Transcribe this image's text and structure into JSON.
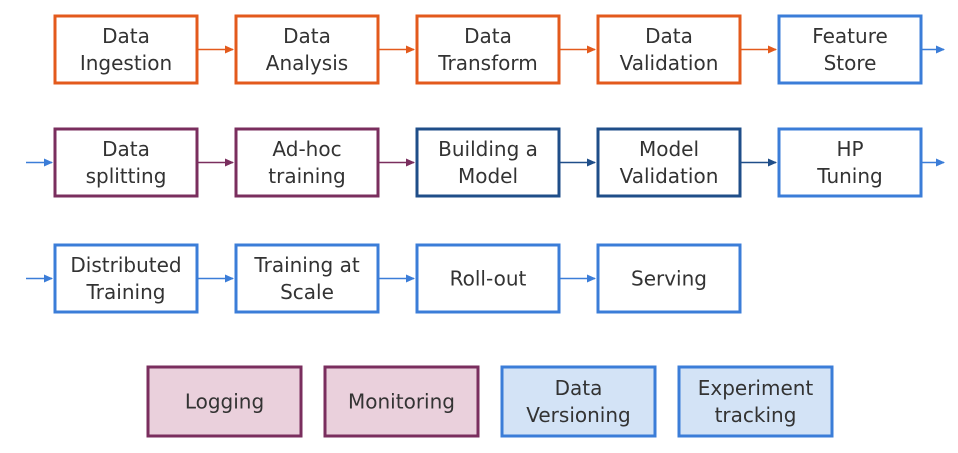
{
  "colors": {
    "orange": "#e35a1c",
    "blue": "#3b7dd8",
    "purple": "#7a2e5e",
    "darkblue": "#1f4e89",
    "pink_fill": "#ead0dc",
    "lightblue_fill": "#d3e3f6",
    "text": "#333333"
  },
  "pipeline": {
    "row1": [
      {
        "id": "data-ingestion",
        "lines": [
          "Data",
          "Ingestion"
        ],
        "color": "orange"
      },
      {
        "id": "data-analysis",
        "lines": [
          "Data",
          "Analysis"
        ],
        "color": "orange"
      },
      {
        "id": "data-transform",
        "lines": [
          "Data",
          "Transform"
        ],
        "color": "orange"
      },
      {
        "id": "data-validation",
        "lines": [
          "Data",
          "Validation"
        ],
        "color": "orange"
      },
      {
        "id": "feature-store",
        "lines": [
          "Feature",
          "Store"
        ],
        "color": "blue"
      }
    ],
    "row2": [
      {
        "id": "data-splitting",
        "lines": [
          "Data",
          "splitting"
        ],
        "color": "purple"
      },
      {
        "id": "ad-hoc-training",
        "lines": [
          "Ad-hoc",
          "training"
        ],
        "color": "purple"
      },
      {
        "id": "building-a-model",
        "lines": [
          "Building a",
          "Model"
        ],
        "color": "darkblue"
      },
      {
        "id": "model-validation",
        "lines": [
          "Model",
          "Validation"
        ],
        "color": "darkblue"
      },
      {
        "id": "hp-tuning",
        "lines": [
          "HP",
          "Tuning"
        ],
        "color": "blue"
      }
    ],
    "row3": [
      {
        "id": "distributed-training",
        "lines": [
          "Distributed",
          "Training"
        ],
        "color": "blue"
      },
      {
        "id": "training-at-scale",
        "lines": [
          "Training at",
          "Scale"
        ],
        "color": "blue"
      },
      {
        "id": "roll-out",
        "lines": [
          "Roll-out"
        ],
        "color": "blue"
      },
      {
        "id": "serving",
        "lines": [
          "Serving"
        ],
        "color": "blue"
      }
    ]
  },
  "arrows": {
    "row1": [
      "orange",
      "orange",
      "orange",
      "orange"
    ],
    "row2": [
      "purple",
      "purple",
      "darkblue",
      "darkblue"
    ],
    "row3": [
      "blue",
      "blue",
      "blue"
    ]
  },
  "legend": [
    {
      "id": "logging",
      "lines": [
        "Logging"
      ],
      "color": "purple",
      "fill": "pink_fill"
    },
    {
      "id": "monitoring",
      "lines": [
        "Monitoring"
      ],
      "color": "purple",
      "fill": "pink_fill"
    },
    {
      "id": "data-versioning",
      "lines": [
        "Data",
        "Versioning"
      ],
      "color": "blue",
      "fill": "lightblue_fill"
    },
    {
      "id": "experiment-tracking",
      "lines": [
        "Experiment",
        "tracking"
      ],
      "color": "blue",
      "fill": "lightblue_fill"
    }
  ]
}
